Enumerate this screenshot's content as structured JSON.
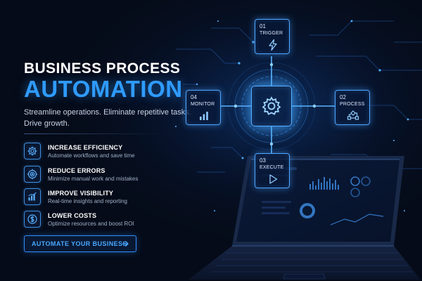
{
  "headline": {
    "line1": "BUSINESS PROCESS",
    "line2": "AUTOMATION",
    "subtitle": "Streamline operations. Eliminate repetitive tasks. Drive growth."
  },
  "features": [
    {
      "title": "INCREASE EFFICIENCY",
      "description": "Automate workflows and save time",
      "icon": "gear-icon"
    },
    {
      "title": "REDUCE ERRORS",
      "description": "Minimize manual work and mistakes",
      "icon": "target-icon"
    },
    {
      "title": "IMPROVE VISIBILITY",
      "description": "Real-time insights and reporting",
      "icon": "bar-chart-icon"
    },
    {
      "title": "LOWER COSTS",
      "description": "Optimize resources and boost ROI",
      "icon": "dollar-icon"
    }
  ],
  "cta": {
    "label": "AUTOMATE YOUR BUSINESS",
    "icon": "arrow-right-icon"
  },
  "process": {
    "hub_icon": "gear-icon",
    "steps": [
      {
        "number": "01",
        "label": "TRIGGER",
        "icon": "lightning-icon"
      },
      {
        "number": "02",
        "label": "PROCESS",
        "icon": "flowchart-icon"
      },
      {
        "number": "03",
        "label": "EXECUTE",
        "icon": "play-icon"
      },
      {
        "number": "04",
        "label": "MONITOR",
        "icon": "bar-chart-icon"
      }
    ]
  },
  "colors": {
    "background": "#050b18",
    "accent": "#2f9bff",
    "node_border": "#4fa6ff",
    "text": "#ffffff",
    "muted_text": "#9fb0c8"
  }
}
